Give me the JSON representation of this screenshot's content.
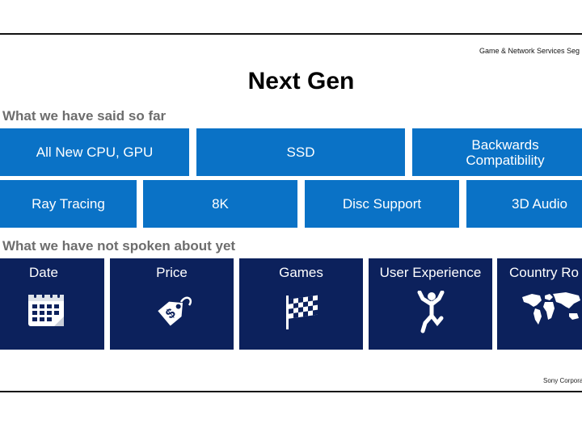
{
  "header": {
    "segment": "Game & Network Services Seg",
    "title": "Next Gen"
  },
  "said": {
    "heading": "What we have said so far",
    "row1": [
      "All New CPU, GPU",
      "SSD",
      "Backwards Compatibility"
    ],
    "row2": [
      "Ray Tracing",
      "8K",
      "Disc Support",
      "3D Audio"
    ]
  },
  "not_said": {
    "heading": "What we have not spoken about yet",
    "cards": [
      {
        "label": "Date",
        "icon": "calendar-icon"
      },
      {
        "label": "Price",
        "icon": "price-tag-icon"
      },
      {
        "label": "Games",
        "icon": "checkered-flag-icon"
      },
      {
        "label": "User Experience",
        "icon": "person-jumping-icon"
      },
      {
        "label": "Country Ro",
        "icon": "world-map-icon"
      }
    ]
  },
  "footer": {
    "company": "Sony Corpora"
  },
  "colors": {
    "light_blue": "#0a72c6",
    "dark_navy": "#0c215c",
    "heading_gray": "#6d6d6d"
  }
}
